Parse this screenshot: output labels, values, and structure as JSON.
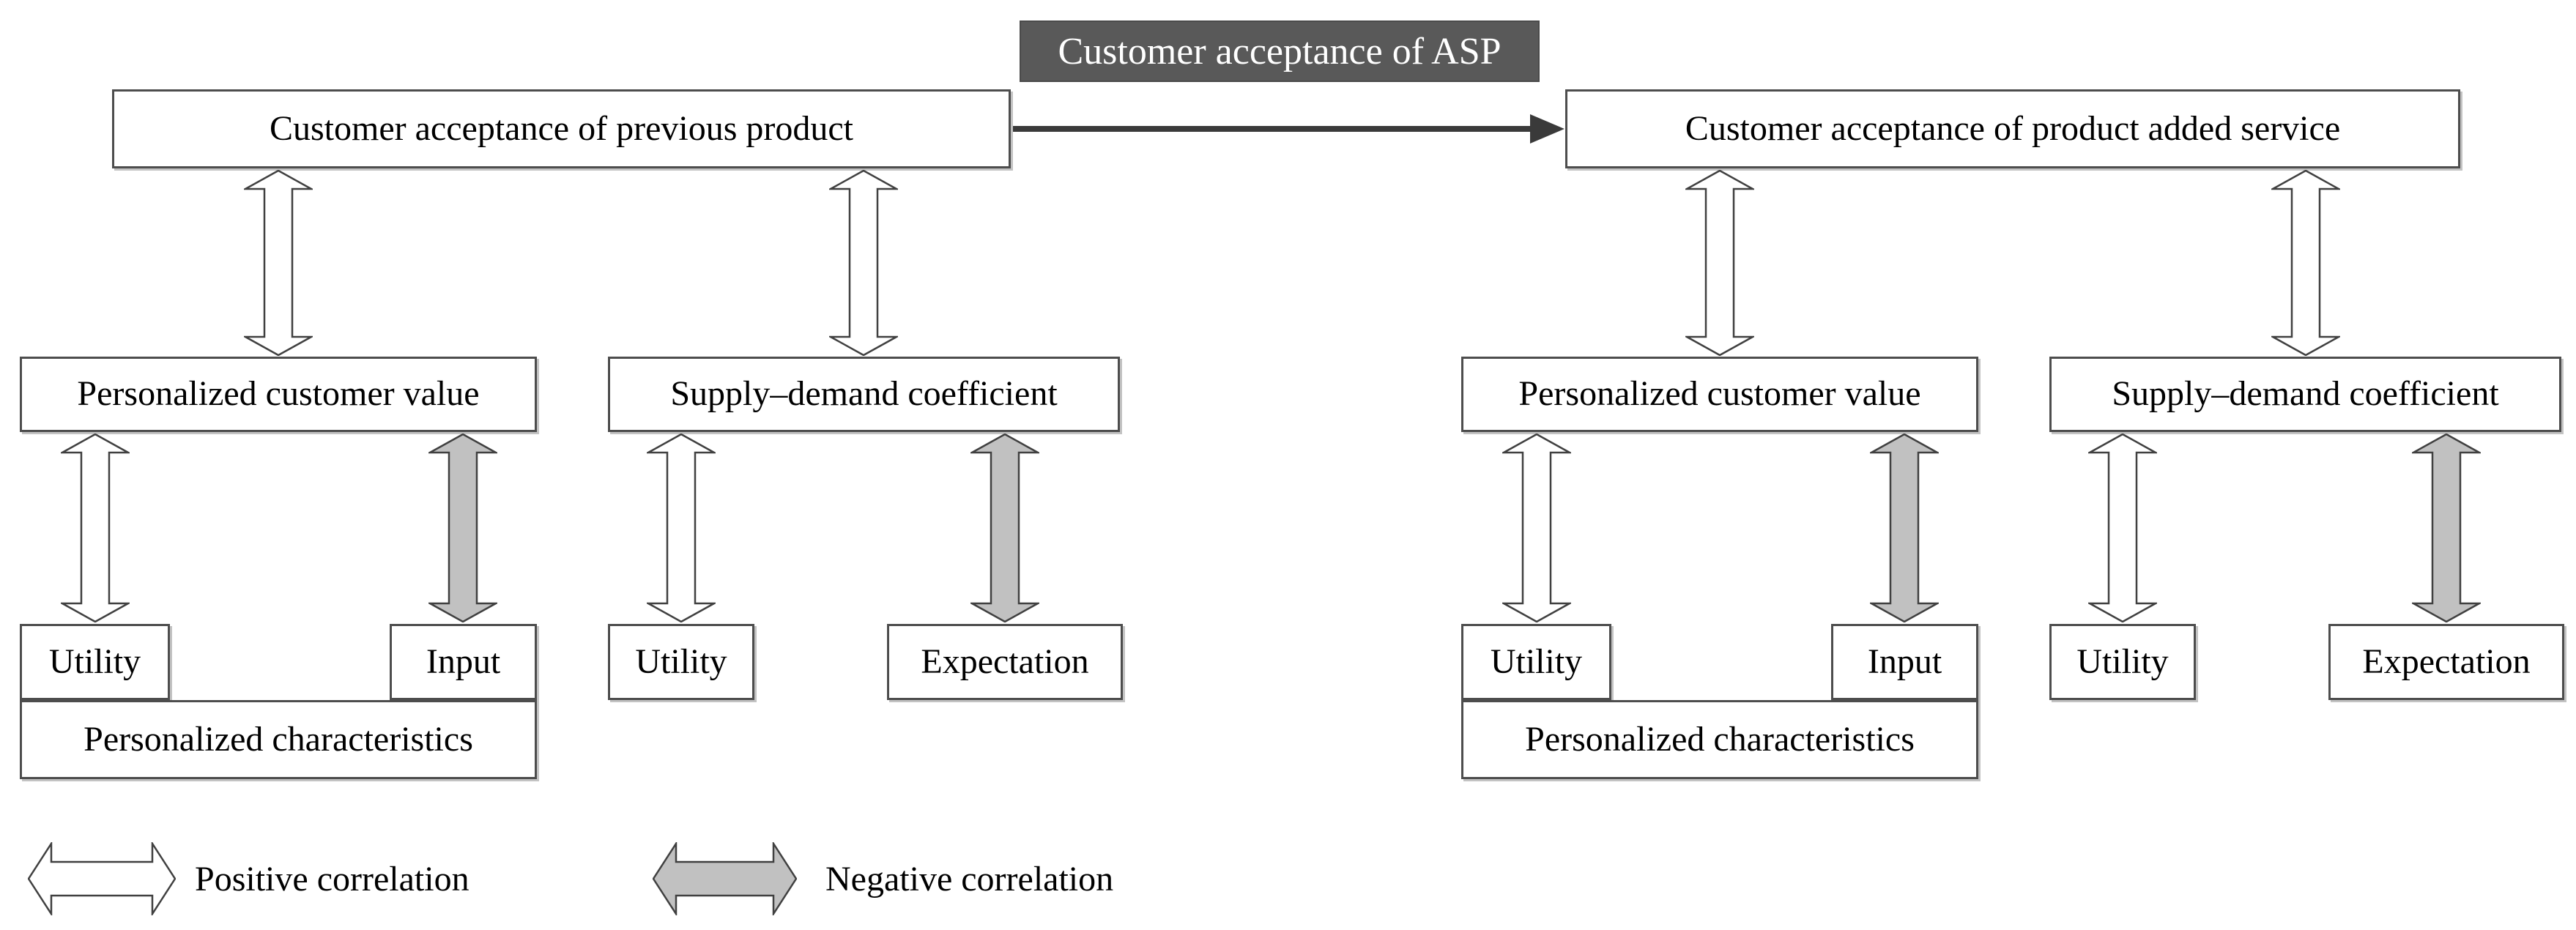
{
  "title": "Customer acceptance of ASP",
  "groups": [
    {
      "top_box": "Customer acceptance of previous product",
      "value_box": "Personalized customer value",
      "coefficient_box": "Supply–demand coefficient",
      "utility_box": "Utility",
      "input_box": "Input",
      "characteristics_box": "Personalized characteristics",
      "utility2_box": "Utility",
      "expectation_box": "Expectation"
    },
    {
      "top_box": "Customer acceptance of product added service",
      "value_box": "Personalized customer value",
      "coefficient_box": "Supply–demand coefficient",
      "utility_box": "Utility",
      "input_box": "Input",
      "characteristics_box": "Personalized characteristics",
      "utility2_box": "Utility",
      "expectation_box": "Expectation"
    }
  ],
  "legend": {
    "positive_label": "Positive correlation",
    "negative_label": "Negative correlation"
  },
  "colors": {
    "title_bg": "#595959",
    "title_text": "#ffffff",
    "box_border": "#4d4d4d",
    "arrow_outline": "#404040",
    "positive_fill": "#ffffff",
    "negative_fill": "#c1c1c1",
    "connector": "#3a3a3a"
  }
}
